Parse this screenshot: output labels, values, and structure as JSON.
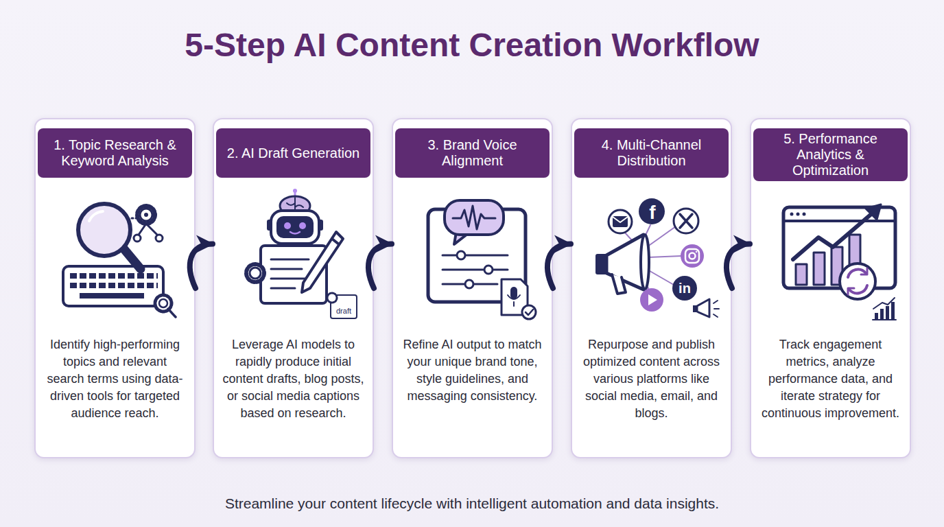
{
  "diagram": {
    "title": "5-Step AI Content Creation Workflow",
    "caption": "Streamline your content lifecycle with intelligent automation and data insights.",
    "nodes": [
      {
        "text": [
          "1. Topic Research & Keyword Analysis",
          "Identify high-performing topics and relevant search terms using data-driven tools for targeted audience reach."
        ]
      },
      {
        "text": [
          "2. AI Draft Generation",
          "Leverage AI models to rapidly produce initial content drafts, blog posts, or social media captions based on research."
        ]
      },
      {
        "text": [
          "3. Brand Voice Alignment",
          "Refine AI output to match your unique brand tone, style guidelines, and messaging consistency."
        ]
      },
      {
        "text": [
          "4. Multi-Channel Distribution",
          "Repurpose and publish optimized content across various platforms like social media, email, and blogs."
        ]
      },
      {
        "text": [
          "5. Performance Analytics & Optimization",
          "Track engagement metrics, analyze performance data, and iterate strategy for continuous improvement."
        ]
      }
    ],
    "edges": [
      {
        "from": 0,
        "to": 1,
        "arrow": "to"
      },
      {
        "from": 1,
        "to": 2,
        "arrow": "to"
      },
      {
        "from": 2,
        "to": 3,
        "arrow": "to"
      },
      {
        "from": 3,
        "to": 4,
        "arrow": "to"
      }
    ],
    "labels": [
      "draft",
      "f",
      "in"
    ]
  }
}
